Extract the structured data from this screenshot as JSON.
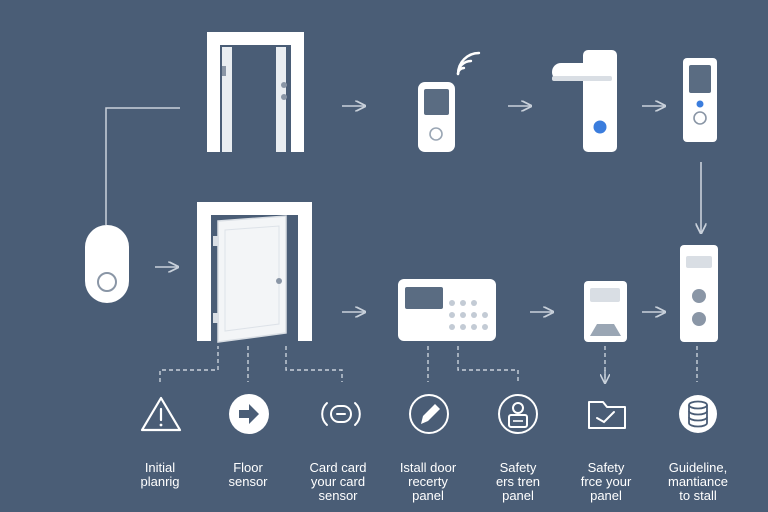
{
  "colors": {
    "background": "#4a5d76",
    "device": "#ffffff",
    "device_shadow": "#d9dee4",
    "screen": "#5a6c82",
    "accent_blue": "#3b7ddd",
    "connector": "#c9d1db"
  },
  "steps": [
    {
      "icon": "warning-icon",
      "lines": [
        "Initial",
        "planrig"
      ]
    },
    {
      "icon": "arrow-right-icon",
      "lines": [
        "Floor",
        "sensor"
      ]
    },
    {
      "icon": "card-sensor-icon",
      "lines": [
        "Card card",
        "your card",
        "sensor"
      ]
    },
    {
      "icon": "pen-icon",
      "lines": [
        "Istall door",
        "recerty",
        "panel"
      ]
    },
    {
      "icon": "id-badge-icon",
      "lines": [
        "Safety",
        "ers tren",
        "panel"
      ]
    },
    {
      "icon": "folder-icon",
      "lines": [
        "Safety",
        "frce your",
        "panel"
      ]
    },
    {
      "icon": "database-icon",
      "lines": [
        "Guideline,",
        "mantiance",
        "to stall"
      ]
    }
  ]
}
